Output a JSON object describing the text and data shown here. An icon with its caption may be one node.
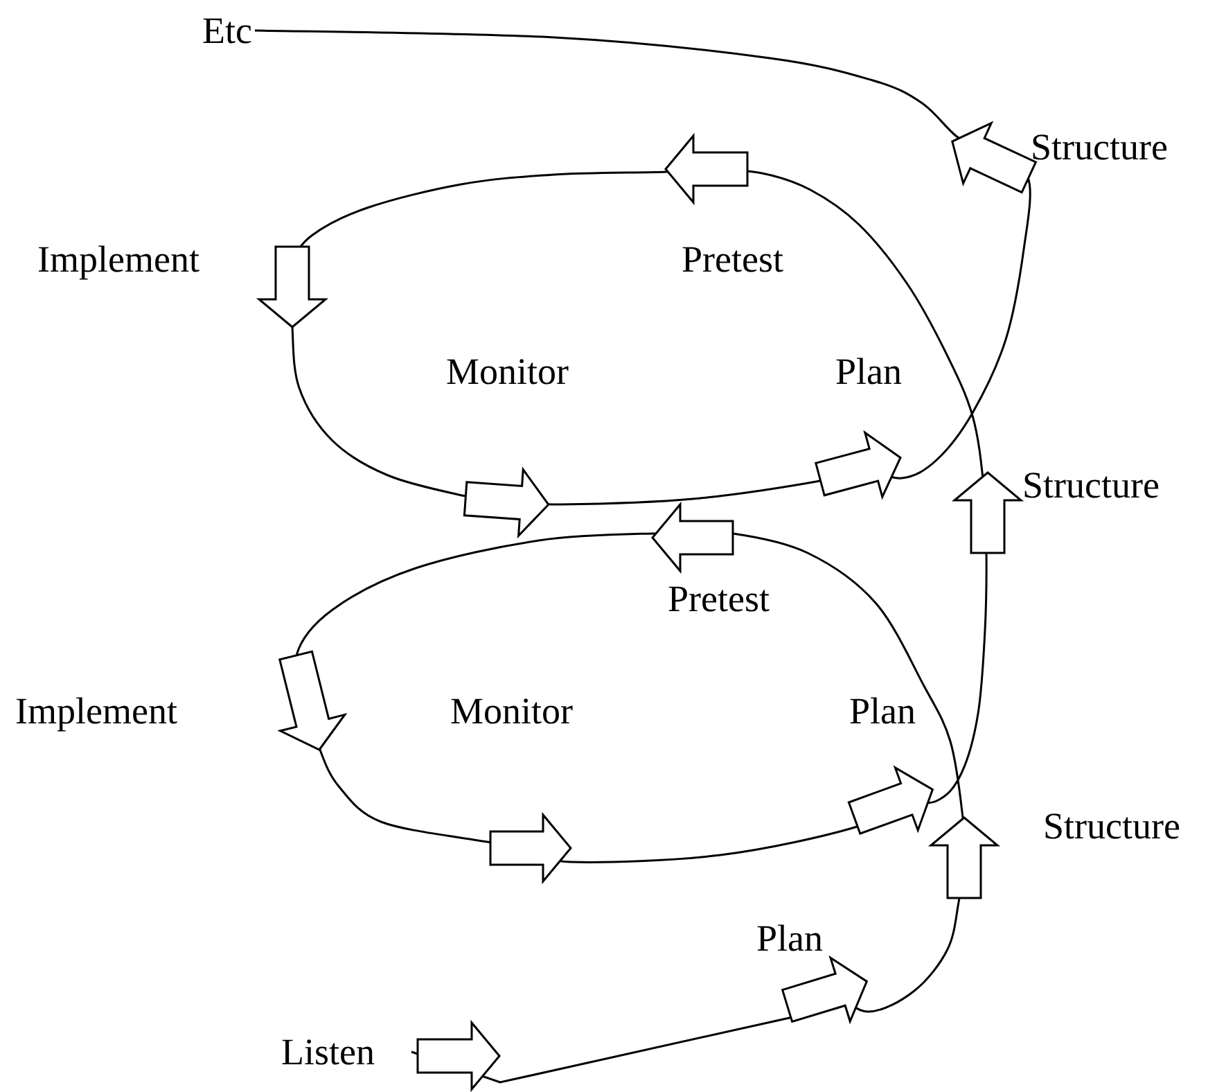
{
  "diagram": {
    "nodes": [
      {
        "text": [
          "Etc"
        ]
      },
      {
        "text": [
          "Listen"
        ]
      }
    ],
    "edges": [
      {
        "from": 1,
        "to": 0,
        "arrow": "none"
      }
    ],
    "labels": [
      "Structure",
      "Implement",
      "Pretest",
      "Monitor",
      "Plan",
      "Structure",
      "Pretest",
      "Implement",
      "Monitor",
      "Plan",
      "Structure",
      "Plan"
    ]
  }
}
